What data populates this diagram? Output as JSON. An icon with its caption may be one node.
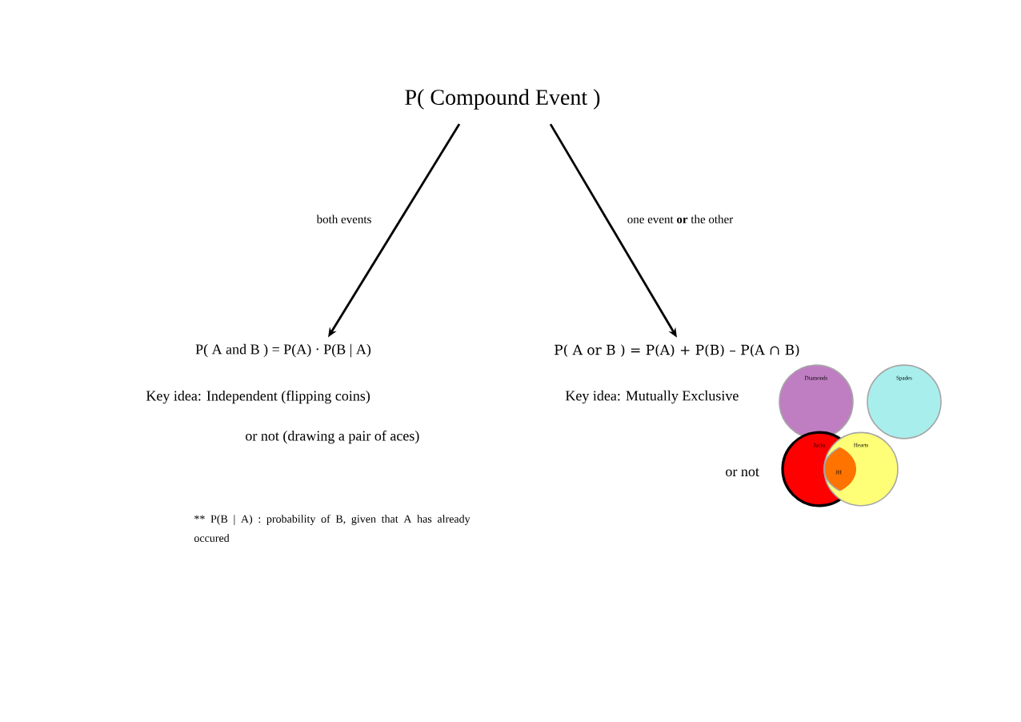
{
  "diagram": {
    "nodes": [
      {
        "text": [
          "P( Compound Event )"
        ]
      },
      {
        "text": [
          "P( A and B ) = P(A) · P(B | A)"
        ]
      },
      {
        "text": [
          "P( A or B ) = P(A) + P(B) – P(A ∩ B)"
        ]
      },
      {
        "text": [
          "Diamonds"
        ]
      },
      {
        "text": [
          "Spades"
        ]
      },
      {
        "text": [
          "Jacks"
        ]
      },
      {
        "text": [
          "Hearts"
        ]
      }
    ],
    "edges": [
      {
        "from": 0,
        "to": 1,
        "arrow": "to",
        "label": "both events"
      },
      {
        "from": 0,
        "to": 2,
        "arrow": "to",
        "label": "one event **or** the other"
      }
    ],
    "labels": [
      "Key idea:   Independent  (flipping coins)",
      "or not  (drawing a pair of aces)",
      "Key idea:   Mutually Exclusive",
      "or not",
      "JH",
      "** P(B | A) : probability of B, given that A has already occured"
    ]
  }
}
